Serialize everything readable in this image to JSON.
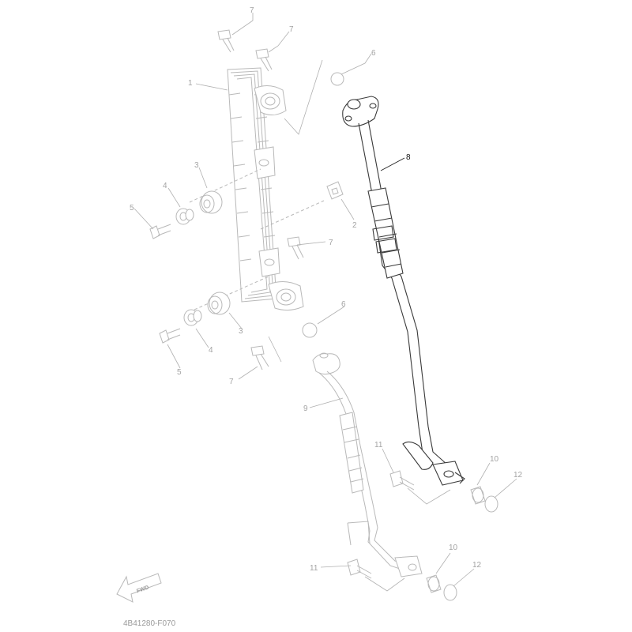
{
  "diagram": {
    "drawing_code": "4B41280-F070",
    "fwd_label": "FWD",
    "callouts": {
      "c7a": "7",
      "c7b": "7",
      "c7c": "7",
      "c7d": "7",
      "c1": "1",
      "c6a": "6",
      "c6b": "6",
      "c8": "8",
      "c3a": "3",
      "c3b": "3",
      "c4a": "4",
      "c4b": "4",
      "c5a": "5",
      "c5b": "5",
      "c2": "2",
      "c9": "9",
      "c11a": "11",
      "c11b": "11",
      "c10a": "10",
      "c10b": "10",
      "c12a": "12",
      "c12b": "12"
    }
  }
}
